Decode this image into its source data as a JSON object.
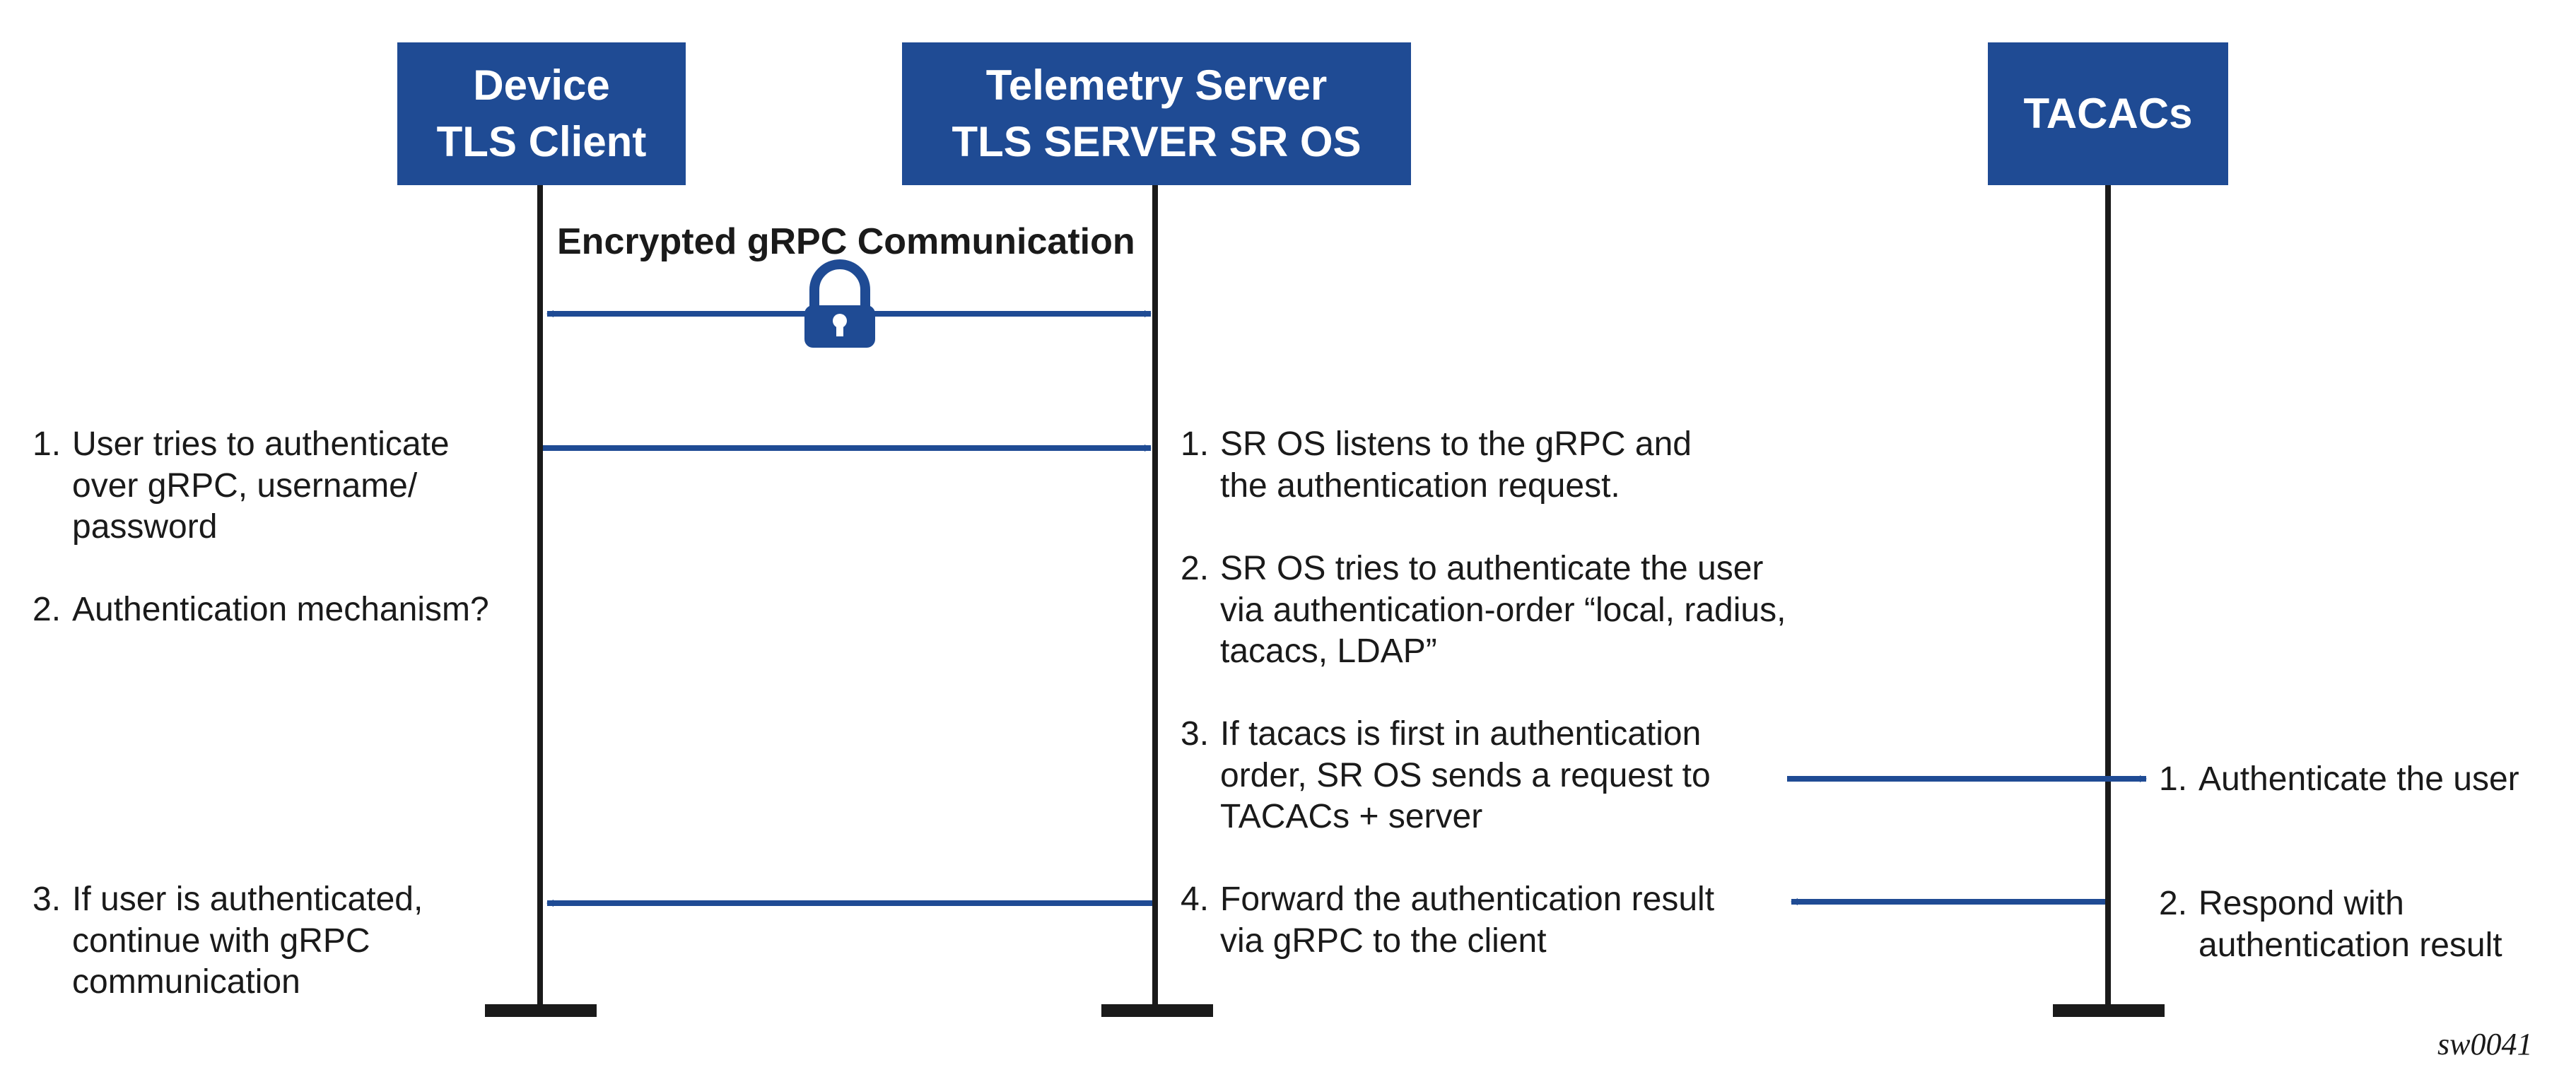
{
  "actors": [
    {
      "id": "device",
      "lines": [
        "Device",
        "TLS Client"
      ]
    },
    {
      "id": "server",
      "lines": [
        "Telemetry Server",
        "TLS SERVER SR OS"
      ]
    },
    {
      "id": "tacacs",
      "lines": [
        "TACACs"
      ]
    }
  ],
  "channel_caption": "Encrypted gRPC Communication",
  "notes": {
    "device": [
      {
        "num": "1.",
        "lines": [
          "User tries to authenticate",
          "over gRPC, username/",
          "password"
        ]
      },
      {
        "num": "2.",
        "lines": [
          "Authentication mechanism?"
        ]
      },
      {
        "num": "3.",
        "lines": [
          "If user is authenticated,",
          "continue with gRPC",
          "communication"
        ]
      }
    ],
    "server": [
      {
        "num": "1.",
        "lines": [
          "SR OS listens to the gRPC and",
          "the authentication request."
        ]
      },
      {
        "num": "2.",
        "lines": [
          "SR OS tries to authenticate the user",
          "via authentication-order “local, radius,",
          "tacacs, LDAP”"
        ]
      },
      {
        "num": "3.",
        "lines": [
          "If tacacs is first in authentication",
          "order, SR OS sends a request to",
          "TACACs + server"
        ]
      },
      {
        "num": "4.",
        "lines": [
          "Forward the authentication result",
          "via gRPC to the client"
        ]
      }
    ],
    "tacacs": [
      {
        "num": "1.",
        "lines": [
          "Authenticate the user"
        ]
      },
      {
        "num": "2.",
        "lines": [
          "Respond with",
          "authentication result"
        ]
      }
    ]
  },
  "figure_id": "sw0041",
  "colors": {
    "accent": "#1f4b94",
    "line": "#1a1a1a",
    "text": "#1a1a1a"
  }
}
